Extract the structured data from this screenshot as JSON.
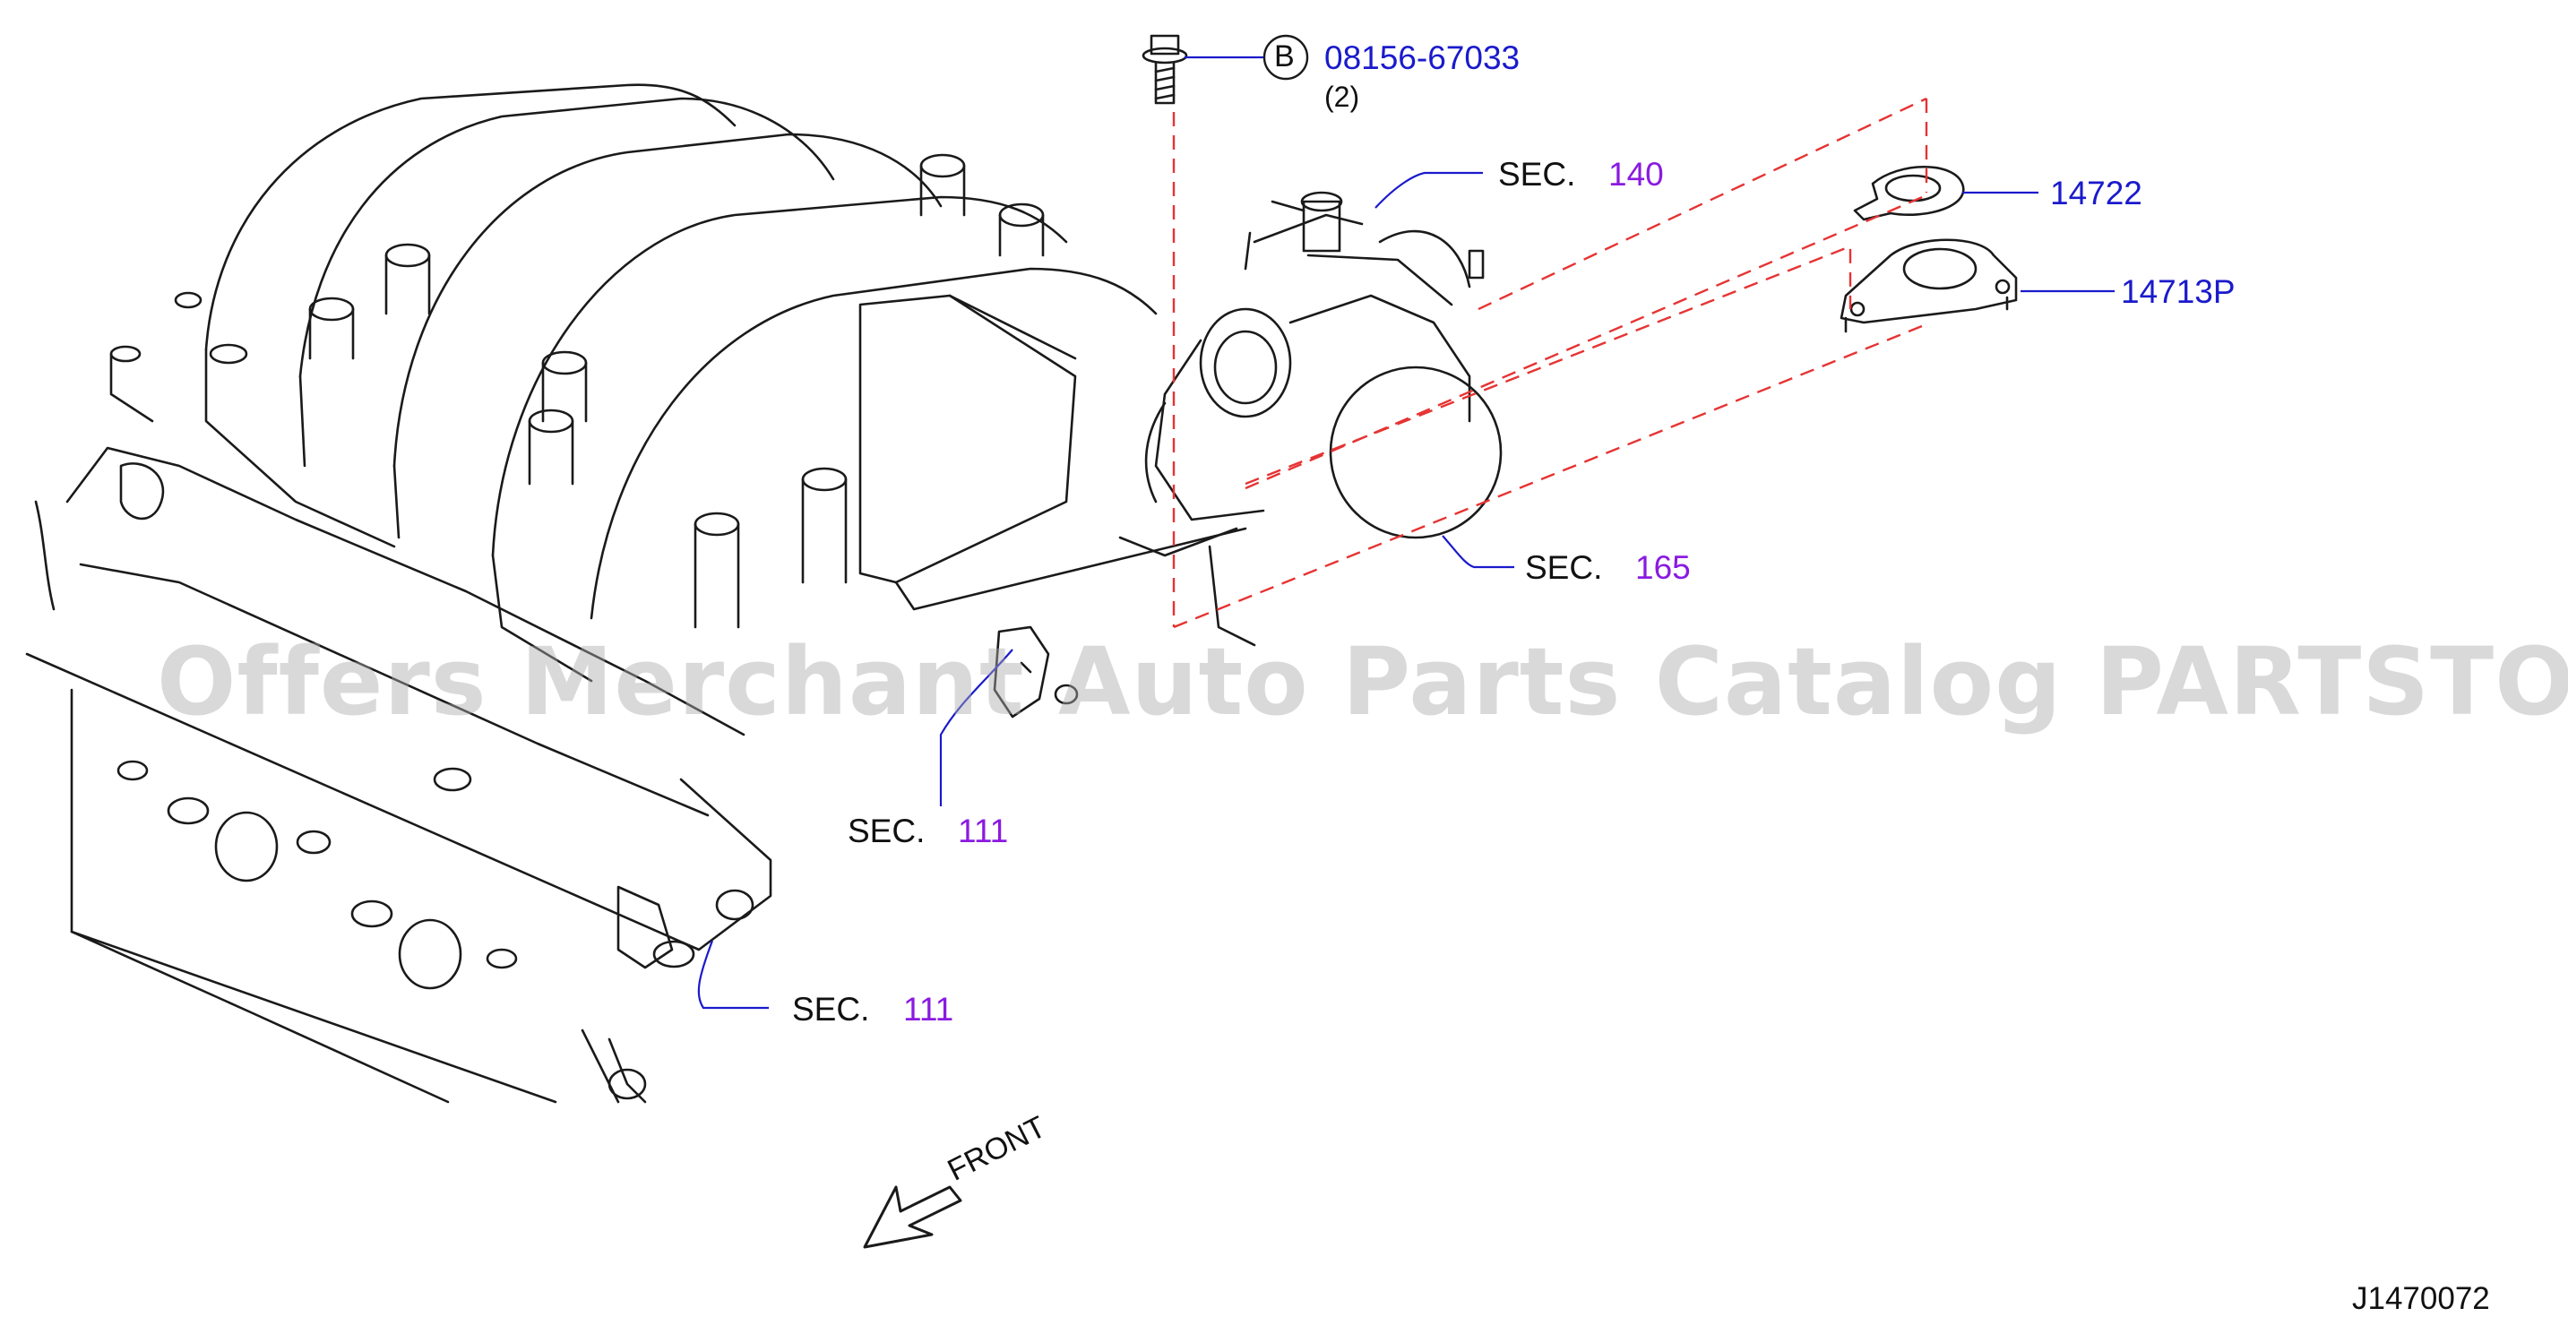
{
  "colors": {
    "part_number": "#1a1acc",
    "section_number": "#8a1ae0",
    "dashed_line": "#e63333",
    "text": "#111111",
    "watermark": "#aaaaaa"
  },
  "callouts": {
    "bolt": {
      "badge": "B",
      "part_no": "08156-67033",
      "qty": "(2)"
    },
    "sec_140": {
      "prefix": "SEC.",
      "number": "140"
    },
    "part_14722": {
      "part_no": "14722"
    },
    "part_14713p": {
      "part_no": "14713P"
    },
    "sec_165": {
      "prefix": "SEC.",
      "number": "165"
    },
    "sec_111_a": {
      "prefix": "SEC.",
      "number": "111"
    },
    "sec_111_b": {
      "prefix": "SEC.",
      "number": "111"
    }
  },
  "direction": {
    "label": "FRONT"
  },
  "diagram_id": "J1470072",
  "watermark": "Offers Merchant Auto Parts Catalog PARTSTORE.SA"
}
